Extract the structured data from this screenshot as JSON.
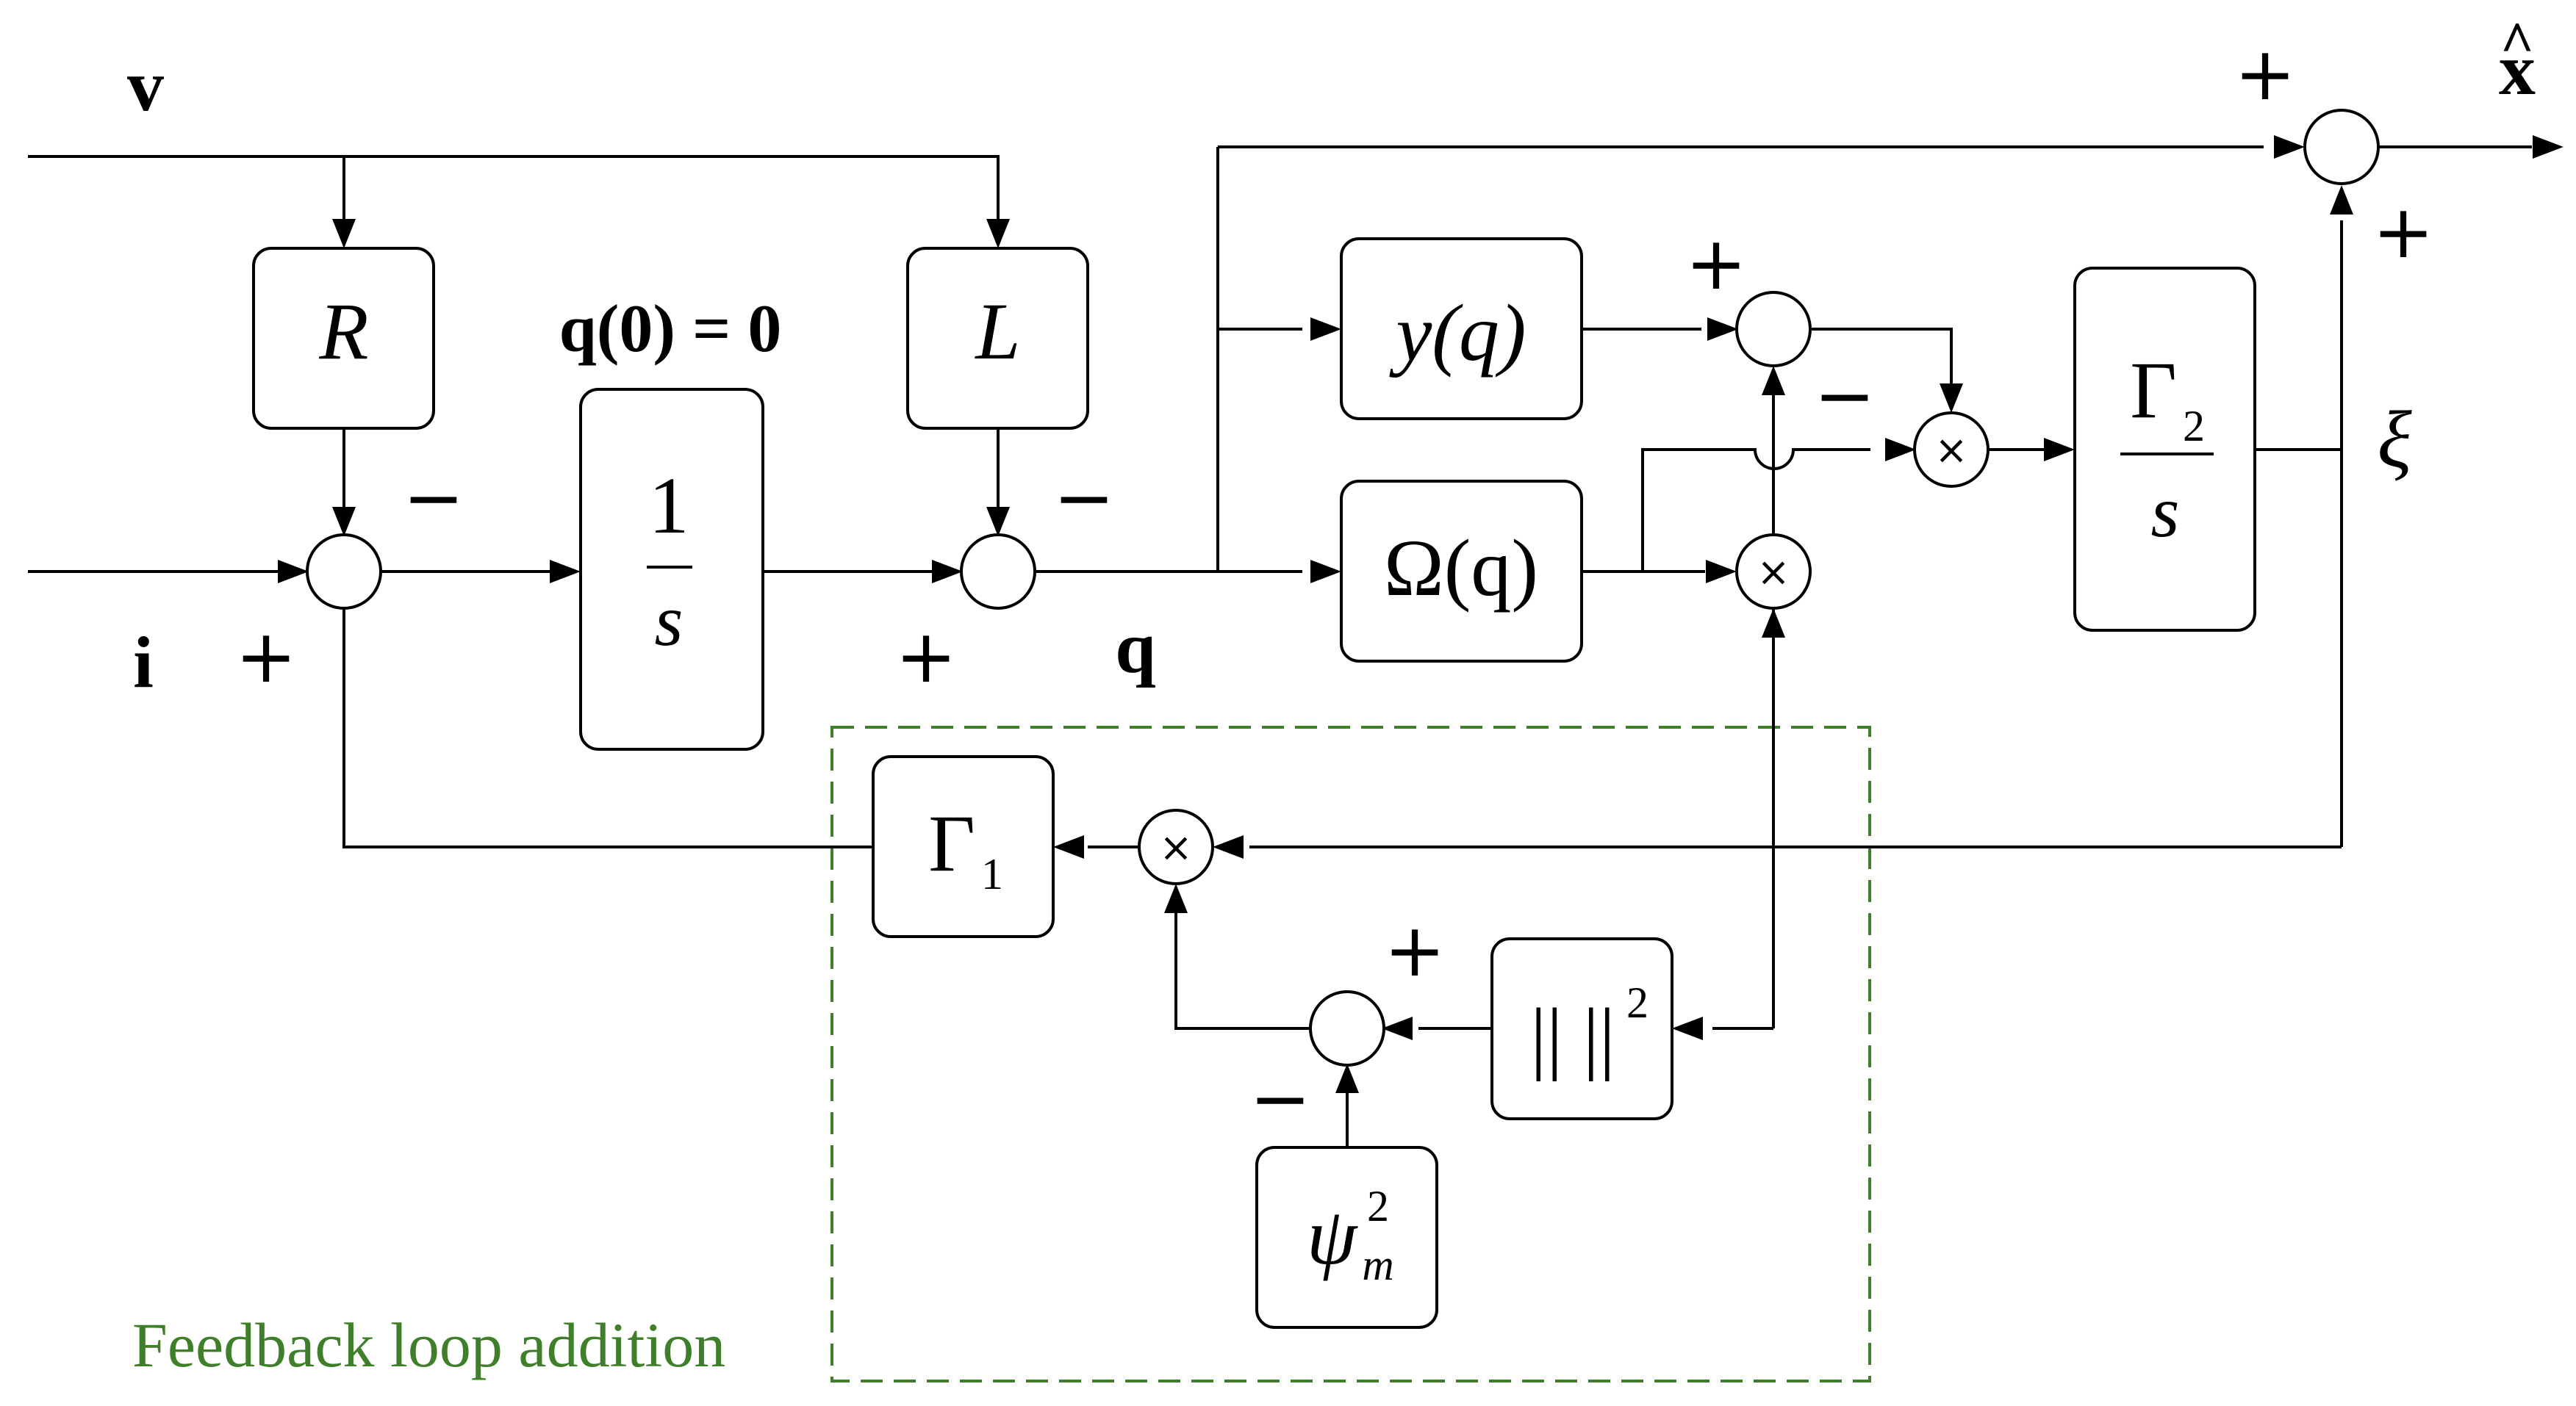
{
  "signals": {
    "v": "v",
    "i": "i",
    "q": "q",
    "x_hat": "x",
    "x_hat_accent": "^",
    "xi": "ξ",
    "initial_condition": "q(0) = 0"
  },
  "blocks": {
    "R": "R",
    "L": "L",
    "integrator_num": "1",
    "integrator_den": "s",
    "y_q": "y(q)",
    "omega_q": "Ω(q)",
    "gamma2_num": "Γ",
    "gamma2_sub": "2",
    "gamma2_den": "s",
    "gamma1": "Γ",
    "gamma1_sub": "1",
    "norm_bars": "||  ||",
    "norm_sup": "2",
    "psi": "ψ",
    "psi_sup": "2",
    "psi_sub": "m"
  },
  "operators": {
    "multiply": "×"
  },
  "signs": {
    "plus": "+",
    "minus": "−"
  },
  "feedback_region": {
    "caption": "Feedback loop addition"
  }
}
